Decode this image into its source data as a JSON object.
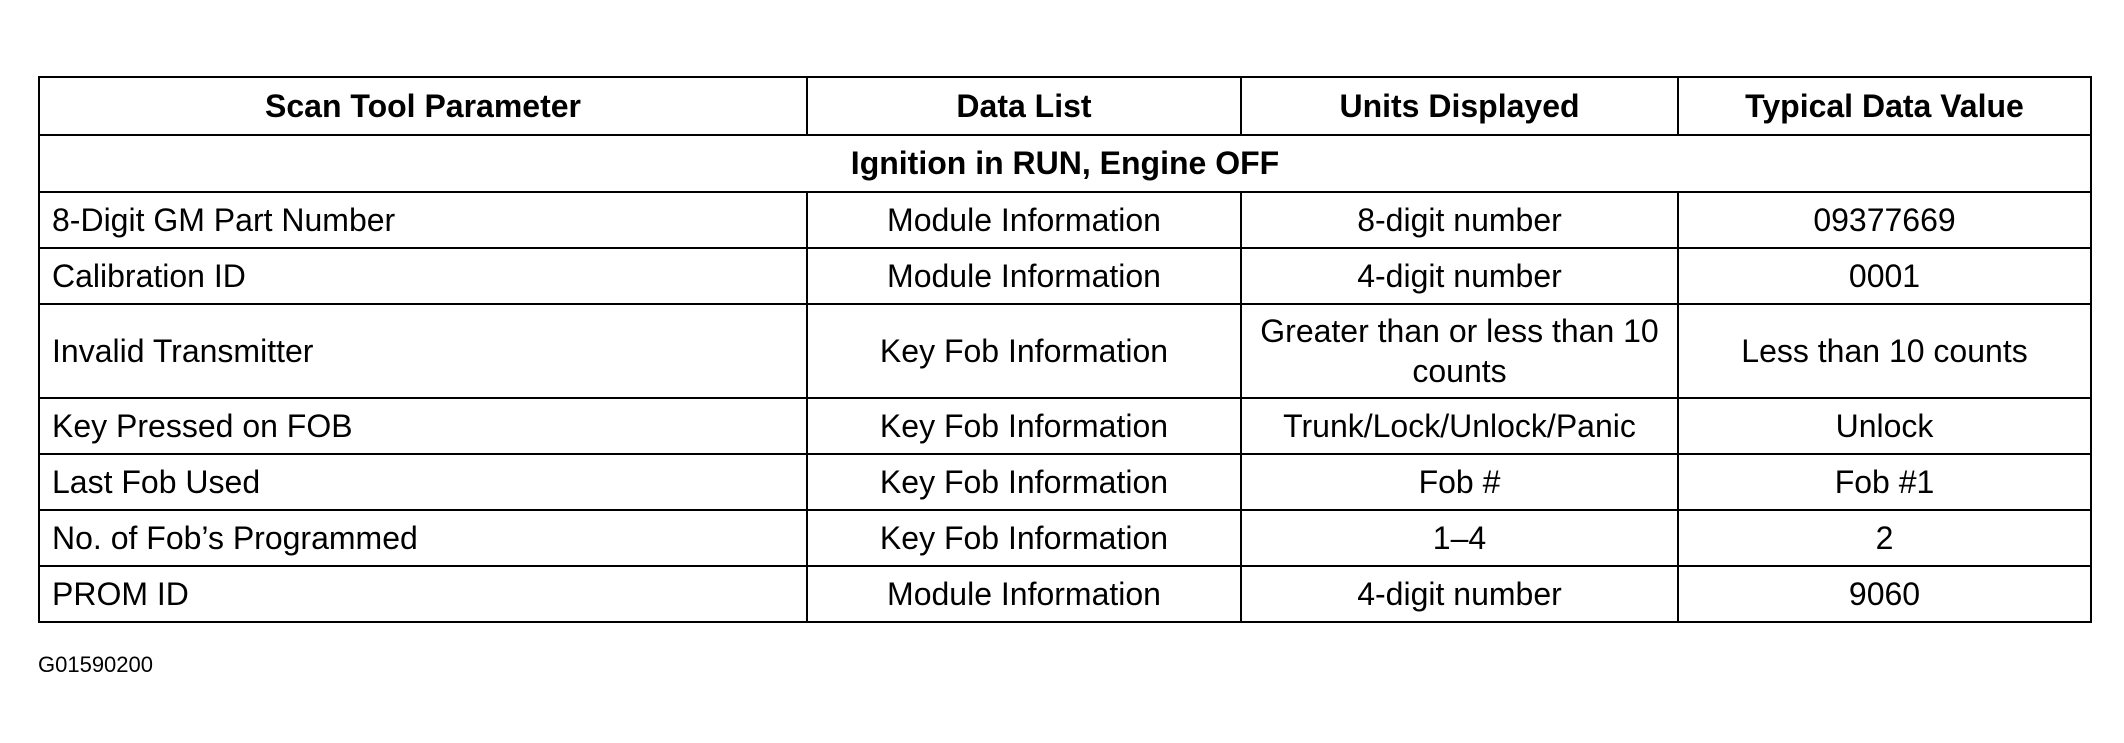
{
  "table": {
    "headers": [
      "Scan Tool Parameter",
      "Data List",
      "Units Displayed",
      "Typical Data Value"
    ],
    "section_title": "Ignition in RUN, Engine OFF",
    "rows": [
      [
        "8-Digit GM Part Number",
        "Module Information",
        "8-digit number",
        "09377669"
      ],
      [
        "Calibration ID",
        "Module Information",
        "4-digit number",
        "0001"
      ],
      [
        "Invalid Transmitter",
        "Key Fob Information",
        "Greater than or less than 10 counts",
        "Less than 10 counts"
      ],
      [
        "Key Pressed on FOB",
        "Key Fob Information",
        "Trunk/Lock/Unlock/Panic",
        "Unlock"
      ],
      [
        "Last Fob Used",
        "Key Fob Information",
        "Fob #",
        "Fob #1"
      ],
      [
        "No. of Fob’s Programmed",
        "Key Fob Information",
        "1–4",
        "2"
      ],
      [
        "PROM ID",
        "Module Information",
        "4-digit number",
        "9060"
      ]
    ]
  },
  "figure_id": "G01590200"
}
